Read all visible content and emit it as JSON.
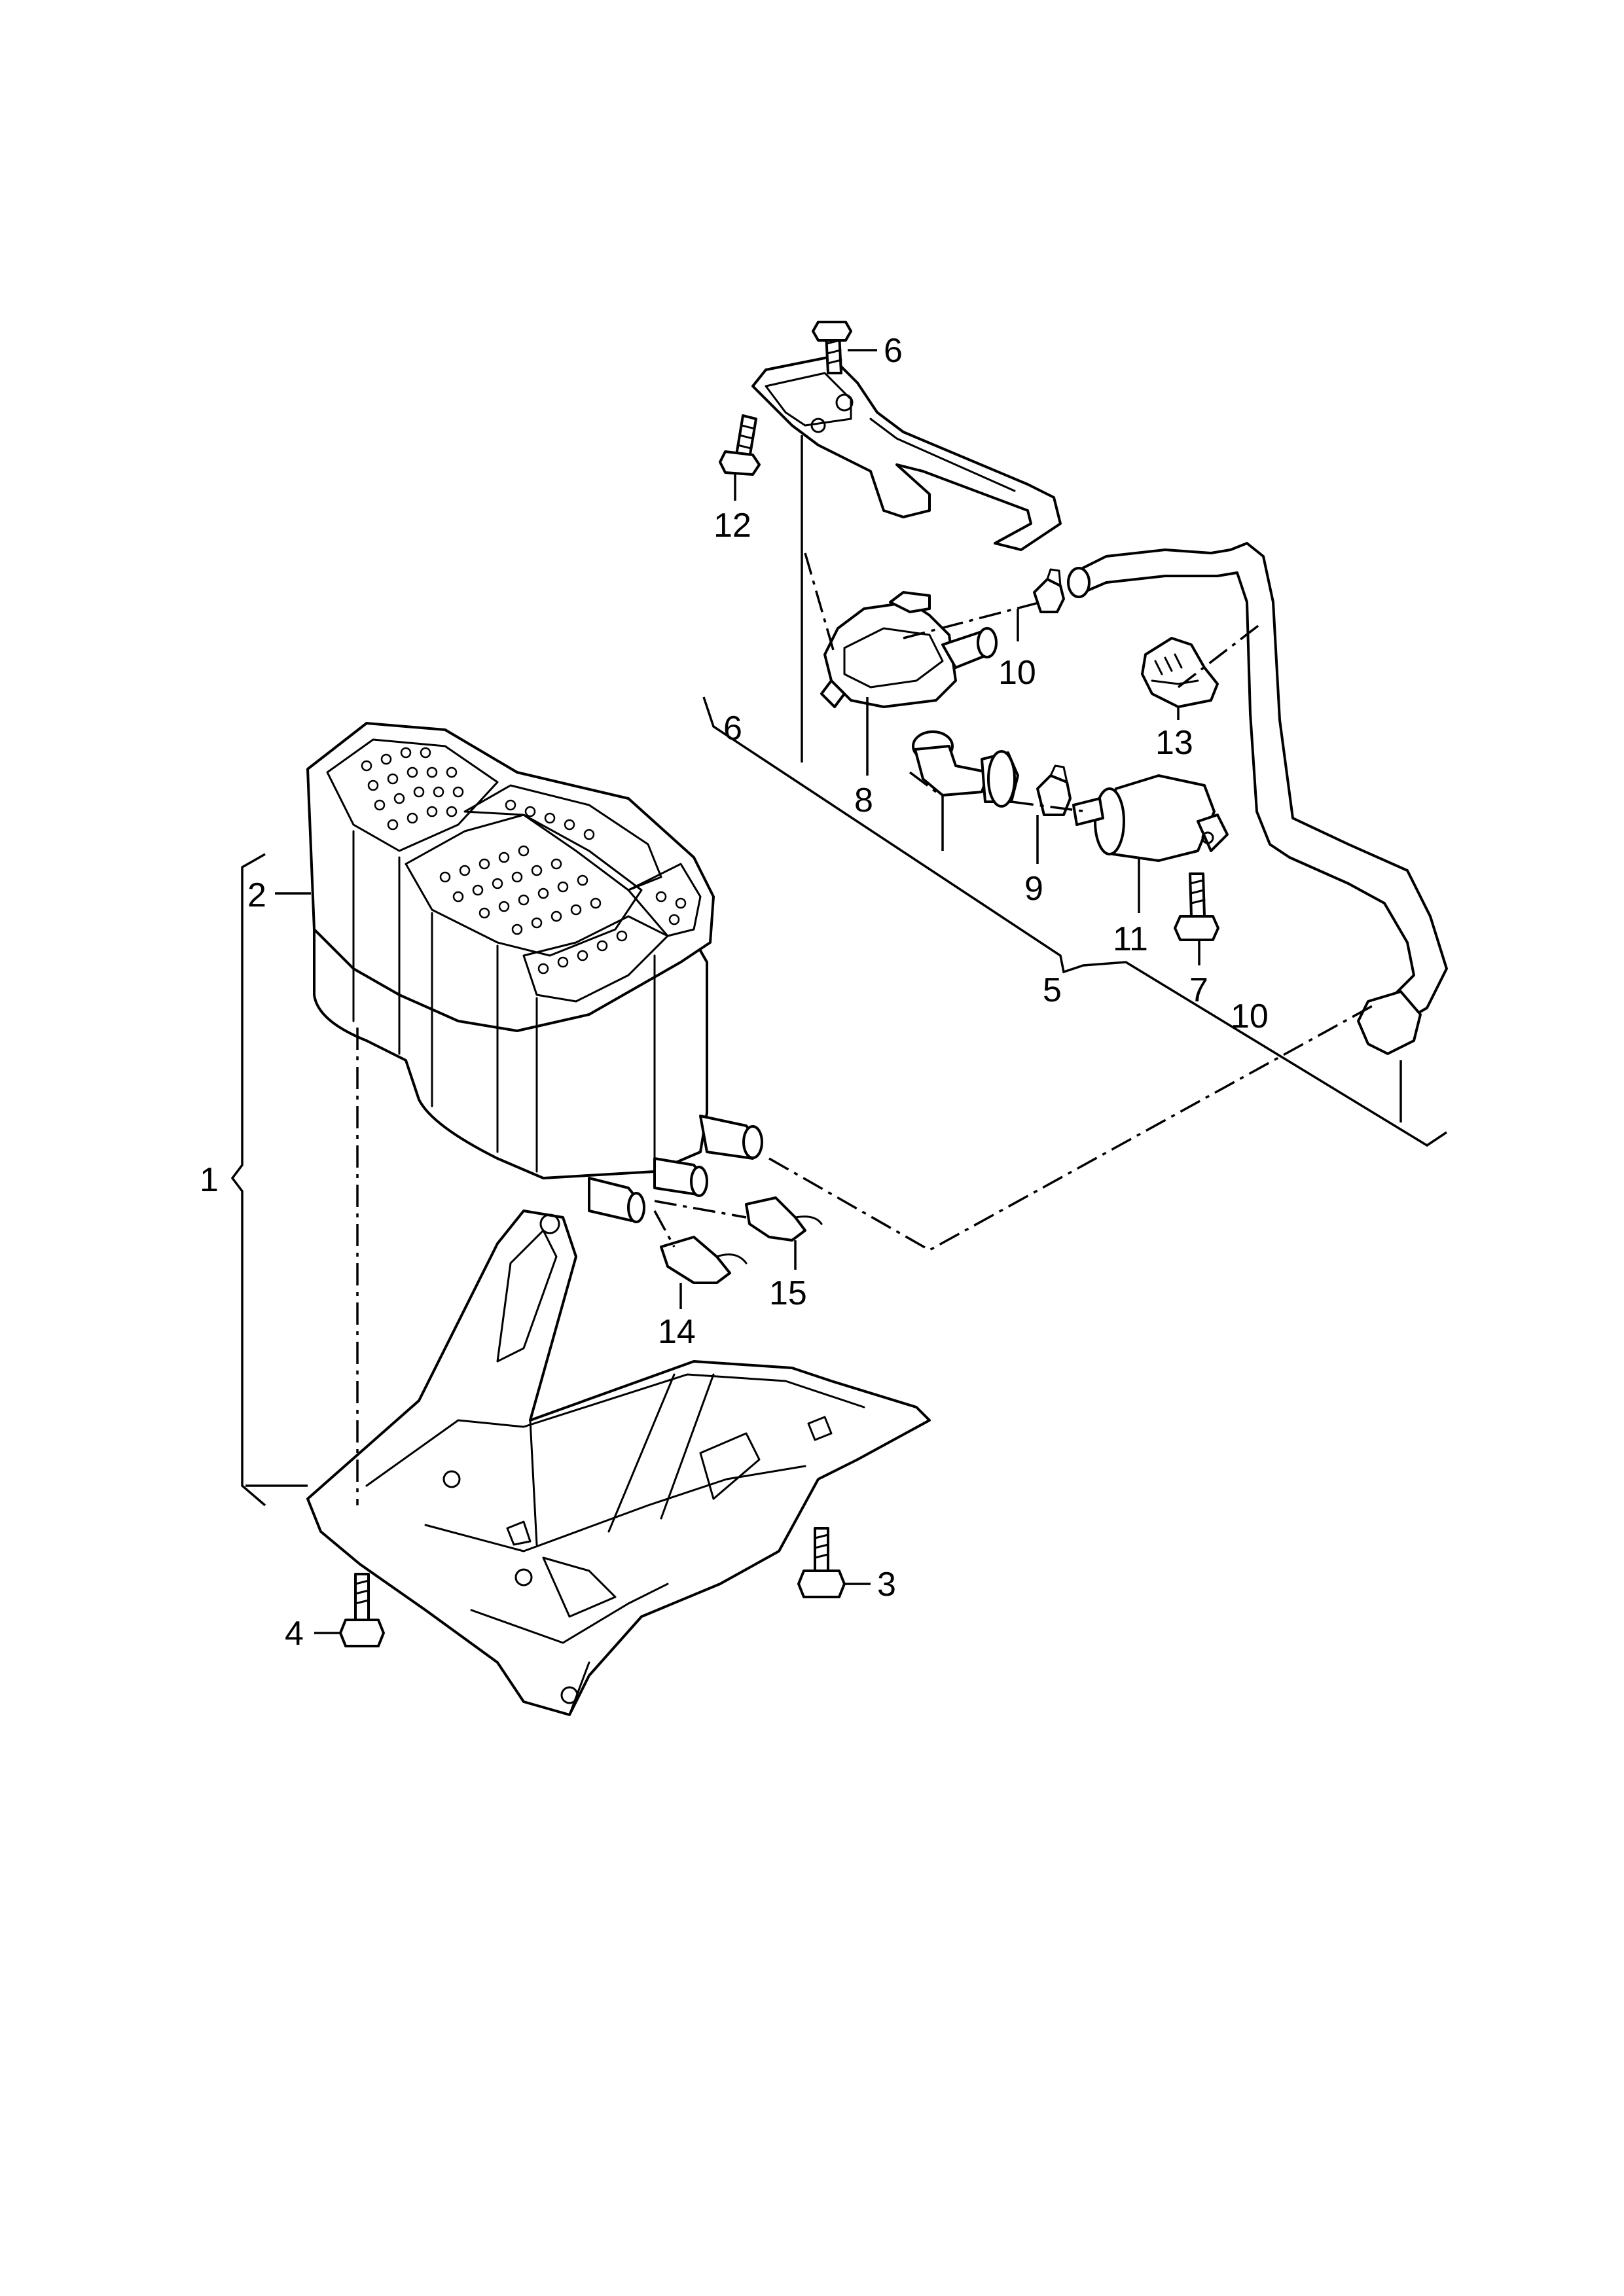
{
  "labels": {
    "l1": "1",
    "l2": "2",
    "l3": "3",
    "l4": "4",
    "l5": "5",
    "l6_top": "6",
    "l6_left": "6",
    "l7": "7",
    "l8": "8",
    "l9": "9",
    "l10_upper": "10",
    "l10_lower": "10",
    "l11": "11",
    "l12": "12",
    "l13": "13",
    "l14": "14",
    "l15": "15"
  },
  "colors": {
    "line": "#000000",
    "background": "#ffffff"
  }
}
